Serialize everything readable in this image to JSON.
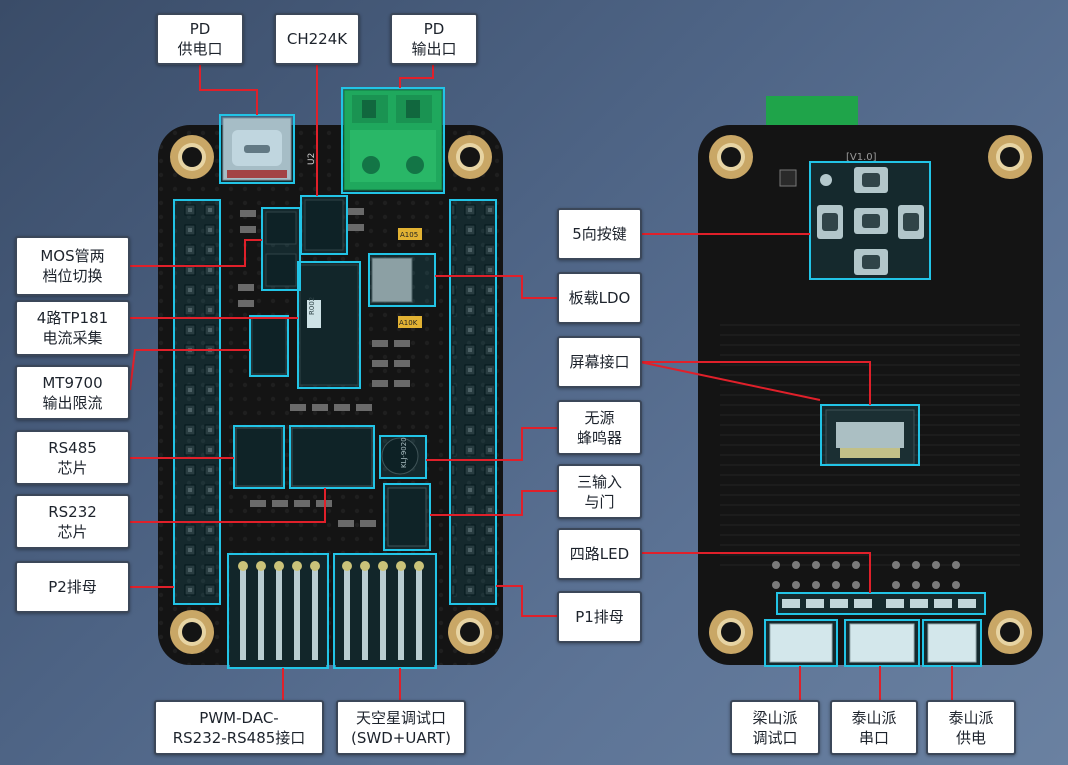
{
  "labels": {
    "pd_power": [
      "PD",
      "供电口"
    ],
    "ch224k": [
      "CH224K"
    ],
    "pd_output": [
      "PD",
      "输出口"
    ],
    "mos_switch": [
      "MOS管两",
      "档位切换"
    ],
    "tp181": [
      "4路TP181",
      "电流采集"
    ],
    "mt9700": [
      "MT9700",
      "输出限流"
    ],
    "rs485": [
      "RS485",
      "芯片"
    ],
    "rs232": [
      "RS232",
      "芯片"
    ],
    "p2_header": [
      "P2排母"
    ],
    "pwm_dac": [
      "PWM-DAC-",
      "RS232-RS485接口"
    ],
    "debug_port": [
      "天空星调试口",
      "(SWD+UART)"
    ],
    "five_way_key": [
      "5向按键"
    ],
    "onboard_ldo": [
      "板载LDO"
    ],
    "screen_port": [
      "屏幕接口"
    ],
    "passive_buzzer": [
      "无源",
      "蜂鸣器"
    ],
    "and_gate": [
      "三输入",
      "与门"
    ],
    "four_led": [
      "四路LED"
    ],
    "p1_header": [
      "P1排母"
    ],
    "liangshan_debug": [
      "梁山派",
      "调试口"
    ],
    "taishan_serial": [
      "泰山派",
      "串口"
    ],
    "taishan_power": [
      "泰山派",
      "供电"
    ]
  },
  "silkscreen": {
    "u2": "U2",
    "a105": "A105",
    "a10k": "A10K",
    "r002": "R002",
    "buzzer_code": "KLJ-9020",
    "version": "[V1.0]"
  },
  "colors": {
    "highlight": "#22c4e6",
    "leader": "#e0202a",
    "pcb": "#151515",
    "terminal": "#1fa44a"
  }
}
